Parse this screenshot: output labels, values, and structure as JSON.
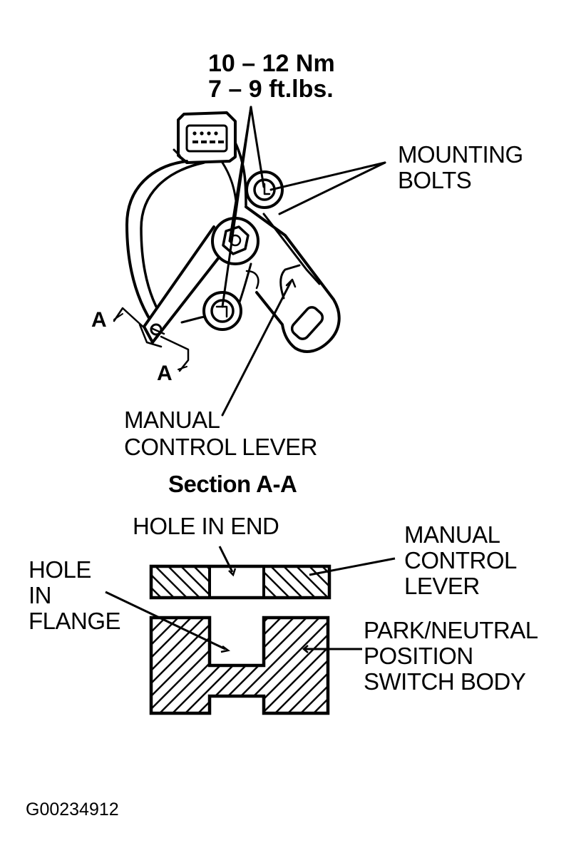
{
  "colors": {
    "ink": "#000000",
    "paper": "#ffffff"
  },
  "torque": {
    "nm": "10 – 12 Nm",
    "ftlbs": "7 – 9 ft.lbs."
  },
  "labels": {
    "mounting_bolts": [
      "MOUNTING",
      "BOLTS"
    ],
    "manual_control_lever": [
      "MANUAL",
      "CONTROL LEVER"
    ],
    "section_a_top": "A",
    "section_a_bottom": "A",
    "section_title": "Section A-A",
    "hole_in_end": "HOLE IN END",
    "manual_control_lever_section": [
      "MANUAL",
      "CONTROL",
      "LEVER"
    ],
    "hole_in_flange": [
      "HOLE",
      "IN",
      "FLANGE"
    ],
    "switch_body": [
      "PARK/NEUTRAL",
      "POSITION",
      "SWITCH BODY"
    ]
  },
  "figure_id": "G00234912"
}
